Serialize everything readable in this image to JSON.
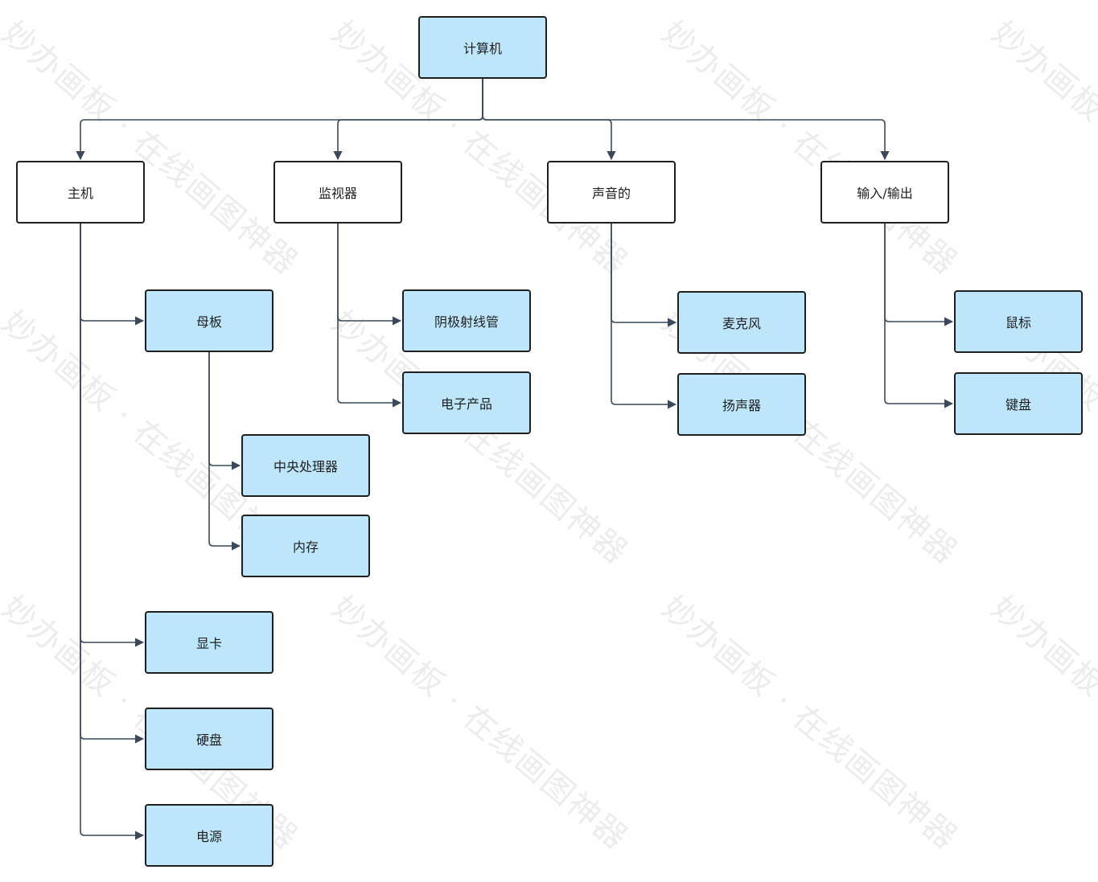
{
  "watermark": {
    "text": "妙办画板 · 在线画图神器"
  },
  "diagram": {
    "root": {
      "label": "计算机"
    },
    "categories": [
      {
        "label": "主机"
      },
      {
        "label": "监视器"
      },
      {
        "label": "声音的"
      },
      {
        "label": "输入/输出"
      }
    ],
    "host": {
      "motherboard": {
        "label": "母板"
      },
      "motherboard_parts": [
        {
          "label": "中央处理器"
        },
        {
          "label": "内存"
        }
      ],
      "others": [
        {
          "label": "显卡"
        },
        {
          "label": "硬盘"
        },
        {
          "label": "电源"
        }
      ]
    },
    "monitor_parts": [
      {
        "label": "阴极射线管"
      },
      {
        "label": "电子产品"
      }
    ],
    "audio_parts": [
      {
        "label": "麦克风"
      },
      {
        "label": "扬声器"
      }
    ],
    "io_parts": [
      {
        "label": "鼠标"
      },
      {
        "label": "键盘"
      }
    ]
  },
  "colors": {
    "node_fill_blue": "#bde6fb",
    "node_fill_white": "#ffffff",
    "node_border": "#1f1f1f",
    "connector": "#3a4a5c"
  }
}
